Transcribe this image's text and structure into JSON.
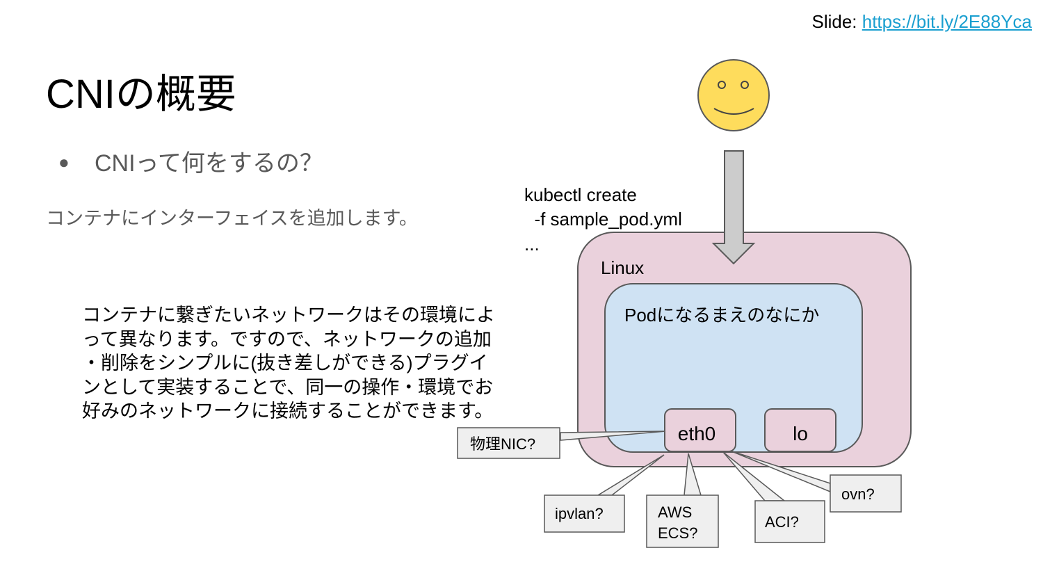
{
  "slide_link": {
    "prefix": "Slide: ",
    "url_text": "https://bit.ly/2E88Yca"
  },
  "title": "CNIの概要",
  "bullet": {
    "marker": "●",
    "text": "CNIって何をするの？"
  },
  "subtitle": "コンテナにインターフェイスを追加します。",
  "paragraph_lines": [
    "コンテナに繋ぎたいネットワークはその環境によ",
    "って異なります。ですので、ネットワークの追加",
    "・削除をシンプルに(抜き差しができる)プラグイ",
    "ンとして実装することで、同一の操作・環境でお",
    "好みのネットワークに接続することができます。"
  ],
  "command_lines": [
    "kubectl create",
    "  -f sample_pod.yml",
    "..."
  ],
  "diagram": {
    "linux_label": "Linux",
    "pod_label": "Podになるまえのなにか",
    "interfaces": [
      "eth0",
      "lo"
    ],
    "callouts": [
      "物理NIC?",
      "ipvlan?",
      "AWS",
      "ECS?",
      "ACI?",
      "ovn?"
    ]
  },
  "colors": {
    "smiley_face": "#fedc5c",
    "linux_box": "#ead1dc",
    "pod_box": "#cfe2f3",
    "callout_box": "#efefef",
    "arrow": "#cccccc",
    "link": "#1a9fd0"
  }
}
